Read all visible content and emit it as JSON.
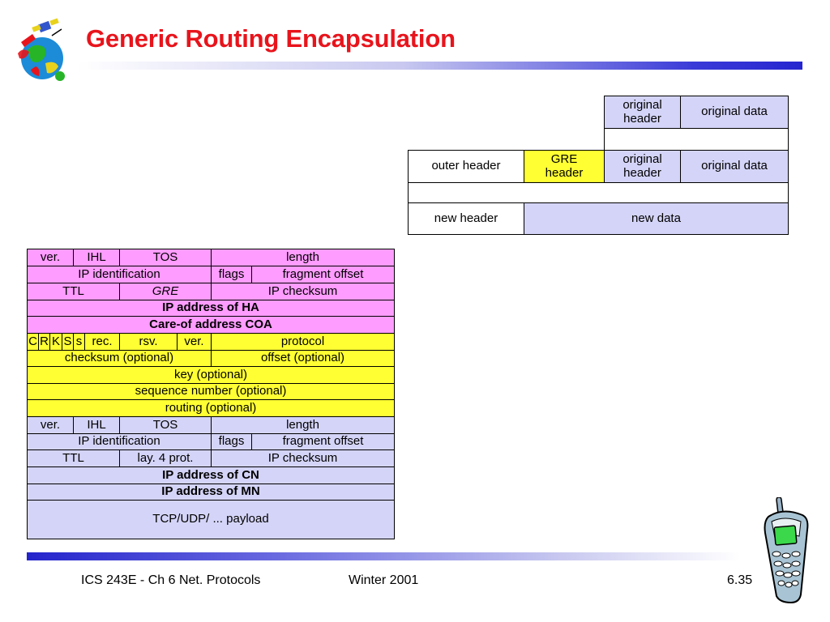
{
  "slide": {
    "title": "Generic Routing Encapsulation",
    "footer_course": "ICS 243E - Ch 6 Net. Protocols",
    "footer_term": "Winter 2001",
    "footer_page": "6.35"
  },
  "colors": {
    "title": "#e8141c",
    "outer_ip_header": "#ff9cff",
    "gre_header": "#ffff33",
    "inner_packet": "#d4d4f8"
  },
  "encapsulation": {
    "row1": {
      "original_header": "original\nheader",
      "original_data": "original data"
    },
    "row2": {
      "outer_header": "outer header",
      "gre_header": "GRE\nheader",
      "original_header": "original\nheader",
      "original_data": "original data"
    },
    "row3": {
      "new_header": "new header",
      "new_data": "new data"
    }
  },
  "packet": {
    "outer_ip": {
      "ver": "ver.",
      "ihl": "IHL",
      "tos": "TOS",
      "length": "length",
      "ip_identification": "IP identification",
      "flags": "flags",
      "fragment_offset": "fragment offset",
      "ttl": "TTL",
      "protocol": "GRE",
      "ip_checksum": "IP checksum",
      "source": "IP address of HA",
      "destination": "Care-of address COA"
    },
    "gre": {
      "c": "C",
      "r": "R",
      "k": "K",
      "s": "S",
      "s_small": "s",
      "rec": "rec.",
      "rsv": "rsv.",
      "ver": "ver.",
      "protocol": "protocol",
      "checksum": "checksum (optional)",
      "offset": "offset (optional)",
      "key": "key (optional)",
      "sequence": "sequence number (optional)",
      "routing": "routing (optional)"
    },
    "inner_ip": {
      "ver": "ver.",
      "ihl": "IHL",
      "tos": "TOS",
      "length": "length",
      "ip_identification": "IP identification",
      "flags": "flags",
      "fragment_offset": "fragment offset",
      "ttl": "TTL",
      "protocol": "lay. 4 prot.",
      "ip_checksum": "IP checksum",
      "source": "IP address of CN",
      "destination": "IP address of MN"
    },
    "payload": "TCP/UDP/ ... payload"
  },
  "icons": {
    "logo": "globe-satellite-logo-icon",
    "phone": "mobile-phone-icon"
  }
}
